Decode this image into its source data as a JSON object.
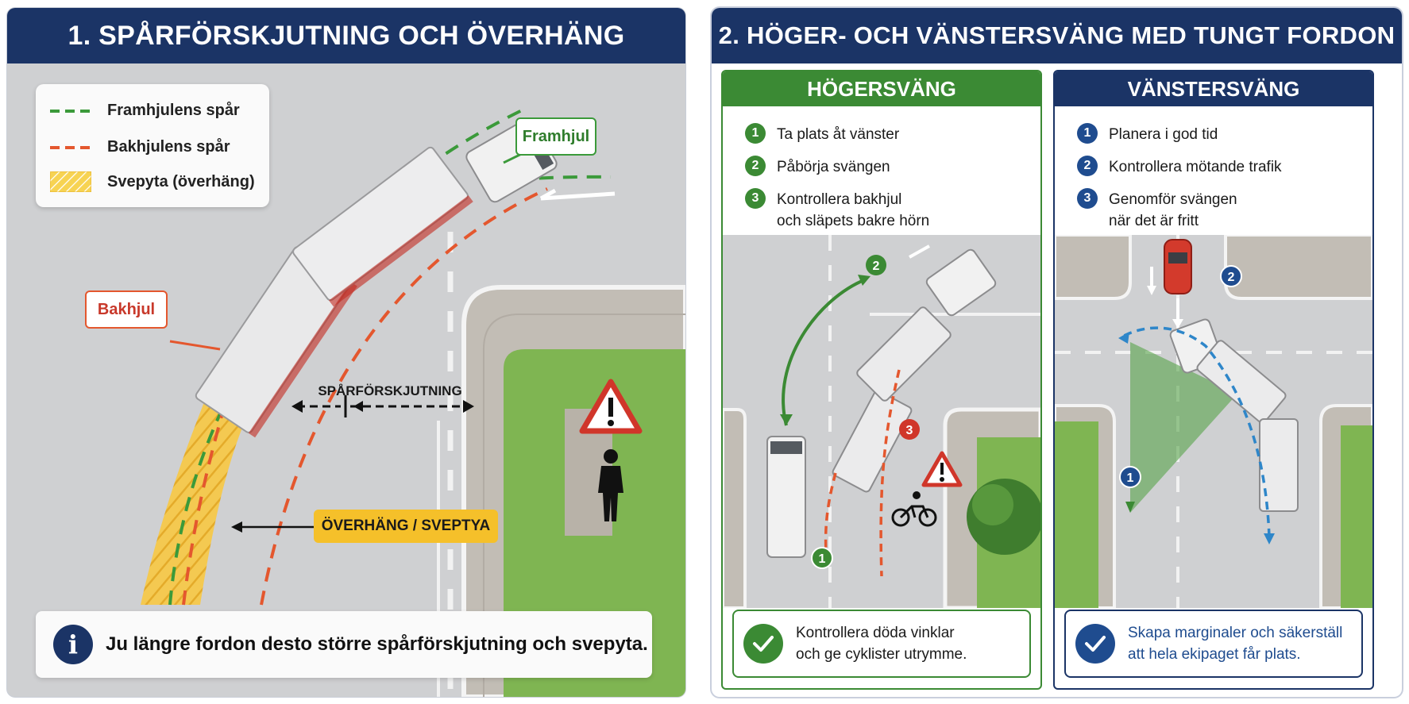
{
  "panel1": {
    "title": "1. SPÅRFÖRSKJUTNING OCH ÖVERHÄNG",
    "legend": [
      {
        "label": "Framhjulens spår",
        "color": "#3b9a3a"
      },
      {
        "label": "Bakhjulens spår",
        "color": "#e4572e"
      },
      {
        "label": "Svepyta (överhäng)",
        "color": "#f5c02a"
      }
    ],
    "callouts": {
      "front_wheel": "Framhjul",
      "rear_wheel": "Bakhjul",
      "offtracking": "SPÅRFÖRSKJUTNING",
      "overhang": "ÖVERHÄNG / SVEPTYA"
    },
    "info": "Ju längre fordon desto större spårförskjutning och svepyta."
  },
  "panel2": {
    "title": "2. HÖGER- OCH VÄNSTERSVÄNG MED TUNGT FORDON",
    "right_turn": {
      "heading": "HÖGERSVÄNG",
      "steps": [
        {
          "n": "1",
          "text": "Ta plats åt vänster"
        },
        {
          "n": "2",
          "text": "Påbörja svängen"
        },
        {
          "n": "3",
          "line1": "Kontrollera bakhjul",
          "line2": "och släpets bakre hörn"
        }
      ],
      "bottom_line1": "Kontrollera döda vinklar",
      "bottom_line2": "och ge cyklister utrymme."
    },
    "left_turn": {
      "heading": "VÄNSTERSVÄNG",
      "steps": [
        {
          "n": "1",
          "text": "Planera i god tid"
        },
        {
          "n": "2",
          "text": "Kontrollera mötande trafik"
        },
        {
          "n": "3",
          "line1": "Genomför svängen",
          "line2": "när det är fritt"
        }
      ],
      "bottom_line1": "Skapa marginaler och säkerställ",
      "bottom_line2": "att hela ekipaget får plats."
    }
  },
  "colors": {
    "navy": "#1b3466",
    "green": "#3b8a34",
    "red_track": "#e4572e",
    "yellow": "#f5c02a",
    "grass": "#7fb552"
  },
  "icons": [
    "warning-icon",
    "pedestrian-icon",
    "info-icon",
    "check-icon",
    "cyclist-icon",
    "car-icon",
    "tree-icon"
  ]
}
